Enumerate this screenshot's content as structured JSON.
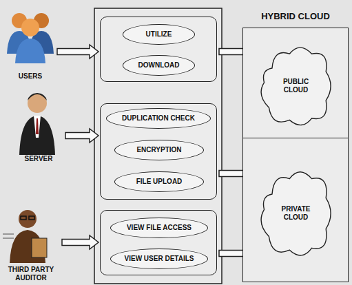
{
  "diagram": {
    "nodes": [
      {
        "text": [
          "USERS"
        ]
      },
      {
        "text": []
      },
      {
        "text": [
          "UTILIZE"
        ],
        "in": 1
      },
      {
        "text": [
          "DOWNLOAD"
        ],
        "in": 1
      },
      {
        "text": [
          "HYBRID CLOUD"
        ]
      },
      {
        "text": [
          "PUBLIC CLOUD"
        ],
        "in": 4
      },
      {
        "text": [
          "SERVER"
        ]
      },
      {
        "text": []
      },
      {
        "text": [
          "DUPLICATION CHECK"
        ],
        "in": 7
      },
      {
        "text": [
          "ENCRYPTION"
        ],
        "in": 7
      },
      {
        "text": [
          "FILE UPLOAD"
        ],
        "in": 7
      },
      {
        "text": [
          "PRIVATE CLOUD"
        ],
        "in": 4
      },
      {
        "text": [
          "THIRD PARTY AUDITOR"
        ]
      },
      {
        "text": []
      },
      {
        "text": [
          "VIEW FILE ACCESS"
        ],
        "in": 13
      },
      {
        "text": [
          "VIEW USER DETAILS"
        ],
        "in": 13
      }
    ],
    "edges": [
      {
        "from": 0,
        "to": 1,
        "arrow": "to"
      },
      {
        "from": 6,
        "to": 7,
        "arrow": "to"
      },
      {
        "from": 12,
        "to": 13,
        "arrow": "to"
      },
      {
        "from": 1,
        "to": 5,
        "arrow": "to"
      },
      {
        "from": 7,
        "to": 11,
        "arrow": "to"
      },
      {
        "from": 13,
        "to": 11,
        "arrow": "to"
      }
    ]
  }
}
